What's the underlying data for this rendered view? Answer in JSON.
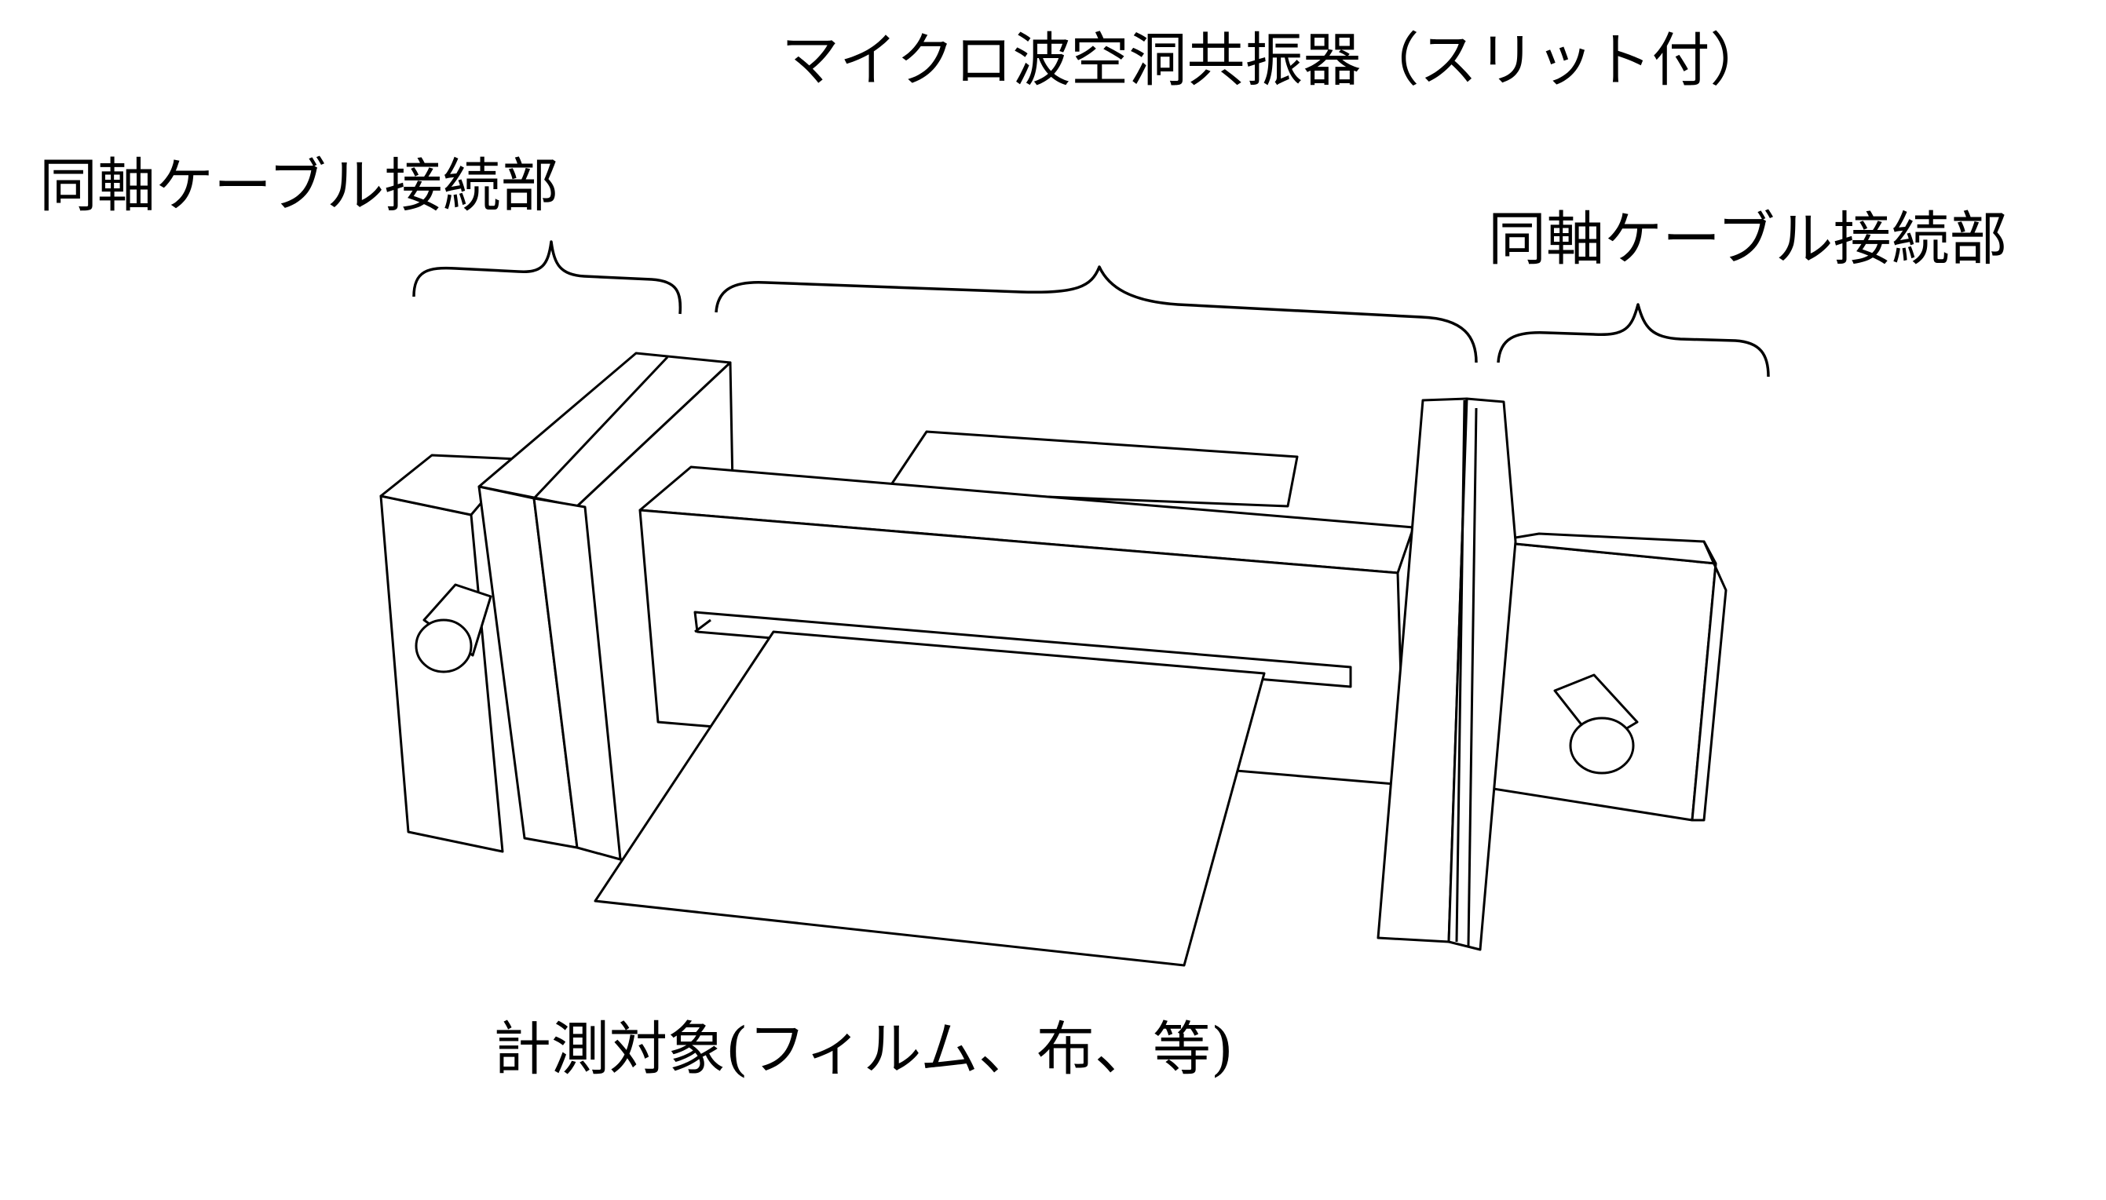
{
  "labels": {
    "resonator": "マイクロ波空洞共振器（スリット付）",
    "coax_left": "同軸ケーブル接続部",
    "coax_right": "同軸ケーブル接続部",
    "sample": "計測対象(フィルム、布、等)"
  }
}
